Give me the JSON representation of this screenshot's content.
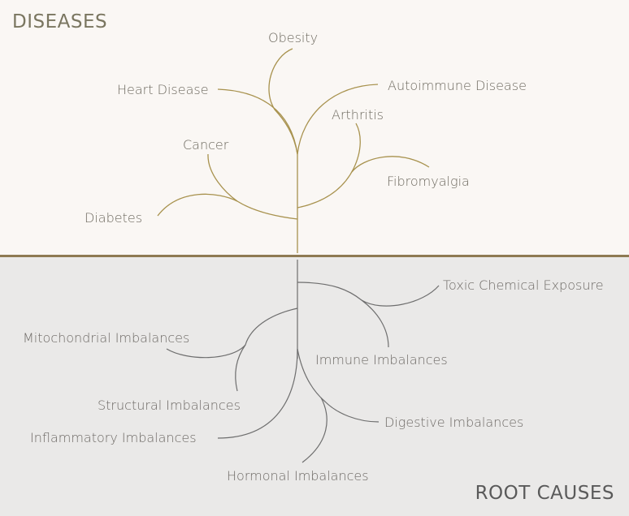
{
  "diseases": {
    "title": "DISEASES",
    "items": [
      "Obesity",
      "Heart Disease",
      "Autoimmune Disease",
      "Arthritis",
      "Cancer",
      "Fibromyalgia",
      "Diabetes"
    ]
  },
  "root_causes": {
    "title": "ROOT CAUSES",
    "items": [
      "Toxic Chemical Exposure",
      "Mitochondrial Imbalances",
      "Immune Imbalances",
      "Structural Imbalances",
      "Digestive Imbalances",
      "Inflammatory Imbalances",
      "Hormonal Imbalances"
    ]
  },
  "colors": {
    "top_background": "#faf7f4",
    "bottom_background": "#eae9e8",
    "divider": "#8e7a52",
    "branch_gold": "#a8924e",
    "root_gray": "#6e6e6e"
  }
}
